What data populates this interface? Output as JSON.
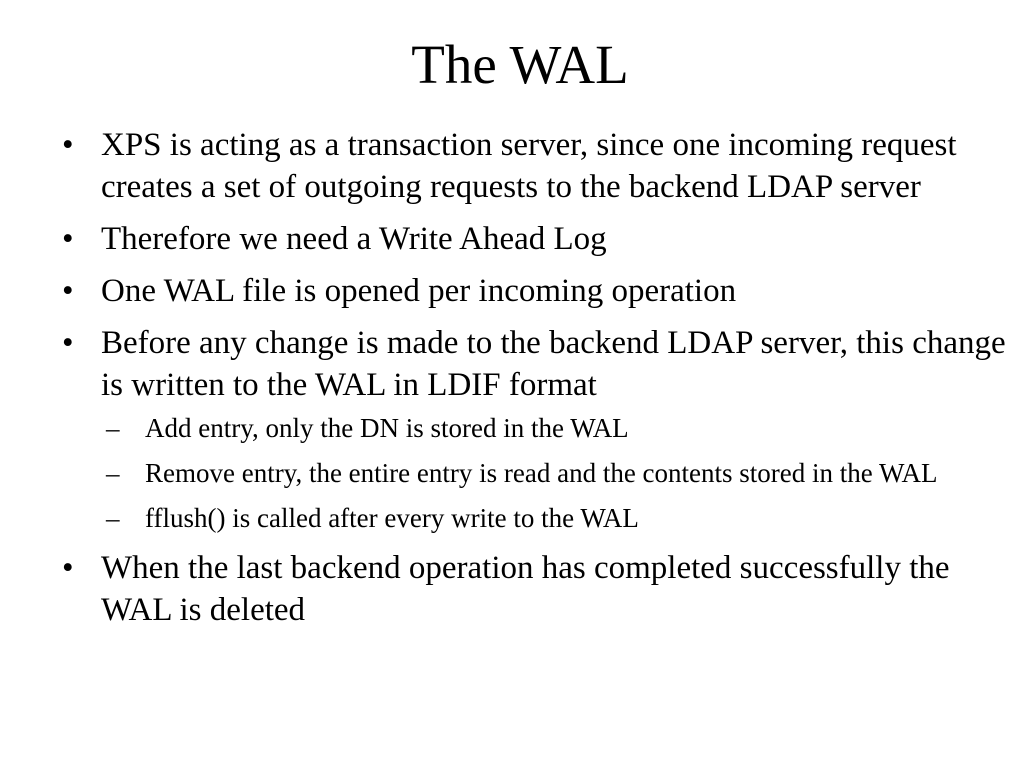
{
  "slide": {
    "title": "The WAL",
    "bullet_glyph": "•",
    "dash_glyph": "–",
    "points": [
      {
        "text": "XPS is acting as a transaction server, since one incoming request creates a set of outgoing requests to the backend LDAP server"
      },
      {
        "text": "Therefore we need a Write Ahead Log"
      },
      {
        "text": "One WAL file is opened per incoming operation"
      },
      {
        "text": "Before any change is made to the backend LDAP server, this change is written to the WAL in LDIF format"
      },
      {
        "text": "When the last backend operation has completed successfully the WAL is deleted"
      }
    ],
    "subpoints": [
      {
        "text": "Add entry, only the DN is stored in the WAL"
      },
      {
        "text": "Remove entry, the entire entry is read and the contents stored in the WAL"
      },
      {
        "text": "fflush() is called after every write to the WAL"
      }
    ]
  }
}
